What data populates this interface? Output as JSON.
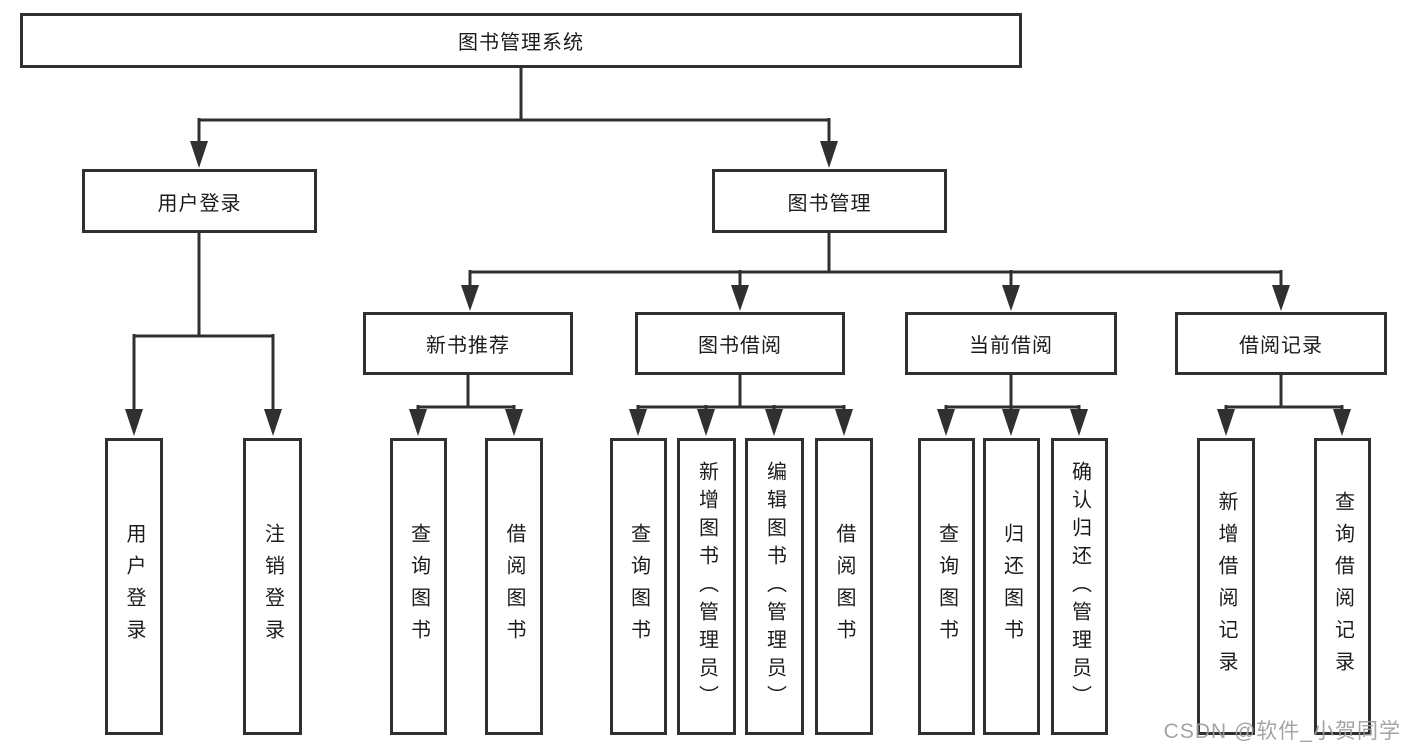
{
  "diagram": {
    "title": "图书管理系统",
    "type": "hierarchy-tree"
  },
  "root": {
    "label": "图书管理系统"
  },
  "level2": [
    {
      "id": "user-login",
      "label": "用户登录"
    },
    {
      "id": "book-management",
      "label": "图书管理"
    }
  ],
  "level3": [
    {
      "id": "new-book-recommend",
      "label": "新书推荐"
    },
    {
      "id": "book-borrow",
      "label": "图书借阅"
    },
    {
      "id": "current-borrow",
      "label": "当前借阅"
    },
    {
      "id": "borrow-records",
      "label": "借阅记录"
    }
  ],
  "leaves": {
    "user_login": [
      "用户登录",
      "注销登录"
    ],
    "new_book_recommend": [
      "查询图书",
      "借阅图书"
    ],
    "book_borrow": [
      "查询图书",
      "新增图书（管理员）",
      "编辑图书（管理员）",
      "借阅图书"
    ],
    "current_borrow": [
      "查询图书",
      "归还图书",
      "确认归还（管理员）"
    ],
    "borrow_records": [
      "新增借阅记录",
      "查询借阅记录"
    ]
  },
  "watermark": {
    "text": "CSDN @软件_小贺同学"
  },
  "colors": {
    "line": "#303030",
    "text": "#1c1c1c",
    "background": "#ffffff",
    "watermark": "#9d9d9d"
  }
}
